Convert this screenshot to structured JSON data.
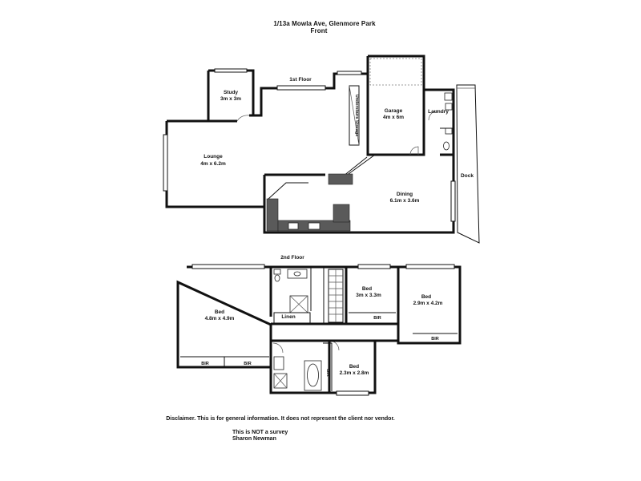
{
  "header": {
    "address": "1/13a Mowla Ave, Glenmore Park",
    "orientation": "Front"
  },
  "floors": {
    "first": "1st Floor",
    "second": "2nd Floor"
  },
  "rooms": {
    "study": {
      "name": "Study",
      "dims": "3m x 3m"
    },
    "lounge": {
      "name": "Lounge",
      "dims": "4m x 6.2m"
    },
    "garage": {
      "name": "Garage",
      "dims": "4m x 6m"
    },
    "laundry": {
      "name": "Laundry"
    },
    "dining": {
      "name": "Dining",
      "dims": "6.1m x 3.6m"
    },
    "dock": {
      "name": "Dock"
    },
    "understairs": {
      "name": "Understairs Storage"
    },
    "bed_main": {
      "name": "Bed",
      "dims": "4.8m x 4.9m"
    },
    "bed_2": {
      "name": "Bed",
      "dims": "3m x 3.3m"
    },
    "bed_3": {
      "name": "Bed",
      "dims": "2.9m x 4.2m"
    },
    "bed_4": {
      "name": "Bed",
      "dims": "2.3m x 2.8m"
    },
    "linen": {
      "name": "Linen"
    }
  },
  "robes": {
    "main_1": "BIR",
    "main_2": "BIR",
    "bed2": "BIR",
    "bed3": "BIR",
    "bed4": "BIR"
  },
  "disclaimer": {
    "text": "Disclaimer. This is for general information. It does not represent the client nor vendor.",
    "survey": "This is NOT a survey",
    "author": "Sharon Newman"
  }
}
